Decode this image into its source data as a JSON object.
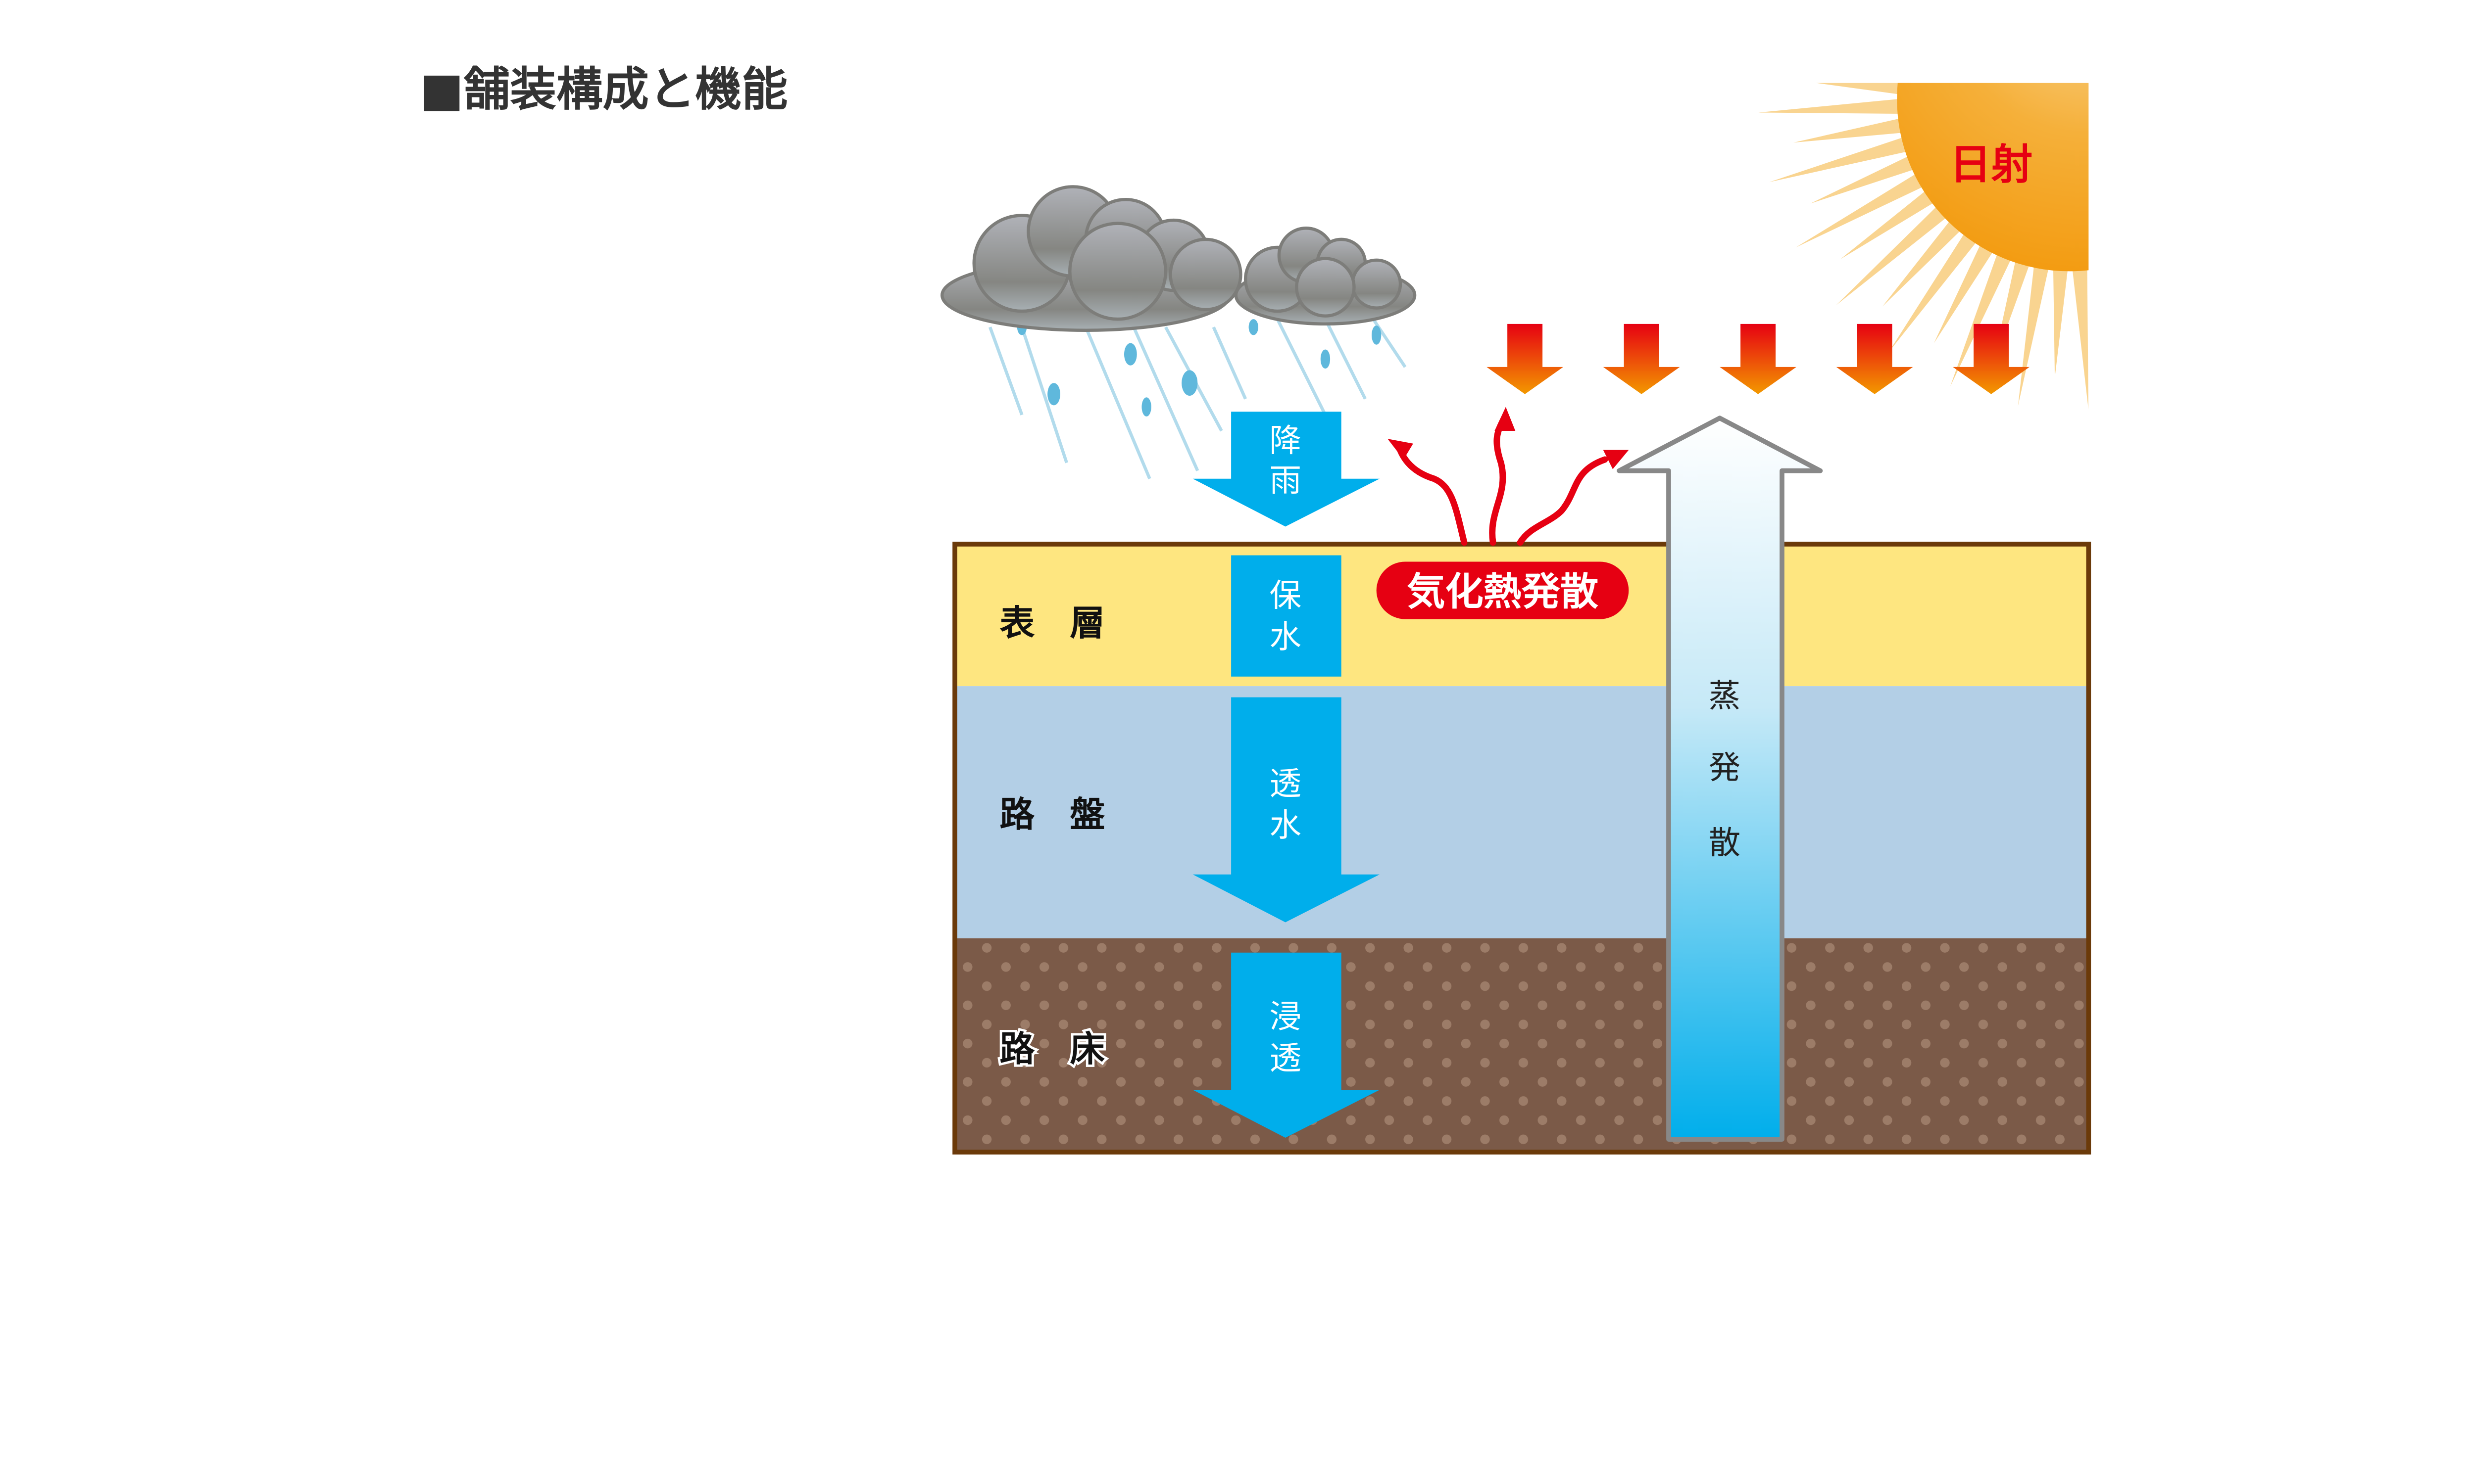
{
  "title": "■舗装構成と機能",
  "sun": {
    "label": "日射"
  },
  "layers": [
    {
      "label": "表　層"
    },
    {
      "label": "路　盤"
    },
    {
      "label": "路　床"
    }
  ],
  "flows": {
    "rain": [
      "降",
      "雨"
    ],
    "retain": [
      "保",
      "水"
    ],
    "permeate": [
      "透",
      "水"
    ],
    "infiltrate": [
      "浸",
      "透"
    ],
    "evaporation": [
      "蒸",
      "発",
      "散"
    ],
    "latent_heat": "気化熱発散"
  },
  "colors": {
    "water": "#00aeeb",
    "surface": "#fee680",
    "base": "#b3cfe6",
    "subgrade": "#7b5a48",
    "heat": "#e60012",
    "sun": "#f5a623"
  }
}
